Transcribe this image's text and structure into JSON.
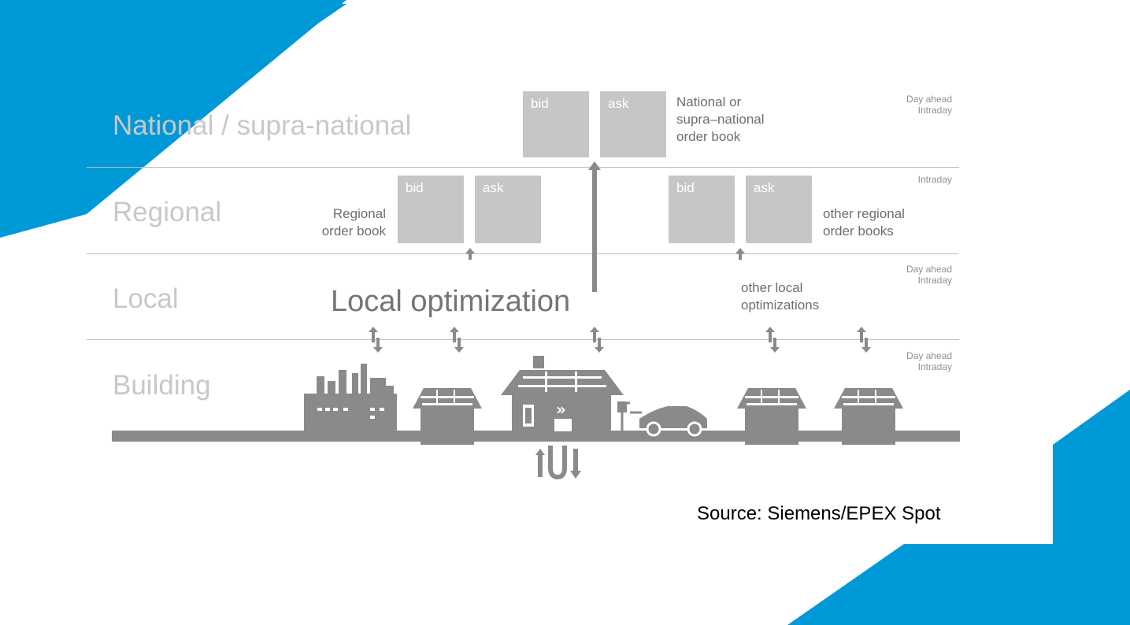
{
  "brand_color": "#0099d8",
  "levels": {
    "national": "National / supra-national",
    "regional": "Regional",
    "local": "Local",
    "building": "Building"
  },
  "order_books": {
    "bid": "bid",
    "ask": "ask",
    "national_note": [
      "National or",
      "supra–national",
      "order book"
    ],
    "regional_note": [
      "Regional",
      "order book"
    ],
    "other_regional_note": [
      "other regional",
      "order books"
    ]
  },
  "timeframes": {
    "national": [
      "Day ahead",
      "Intraday"
    ],
    "regional": [
      "Intraday"
    ],
    "local": [
      "Day ahead",
      "Intraday"
    ],
    "building": [
      "Day ahead",
      "Intraday"
    ]
  },
  "local": {
    "title": "Local optimization",
    "other_note": [
      "other local",
      "optimizations"
    ]
  },
  "icons": [
    "factory-icon",
    "house-solar-icon",
    "smart-home-battery-heatpump-icon",
    "electric-car-icon",
    "geothermal-loop-icon"
  ],
  "source": "Source: Siemens/EPEX Spot"
}
